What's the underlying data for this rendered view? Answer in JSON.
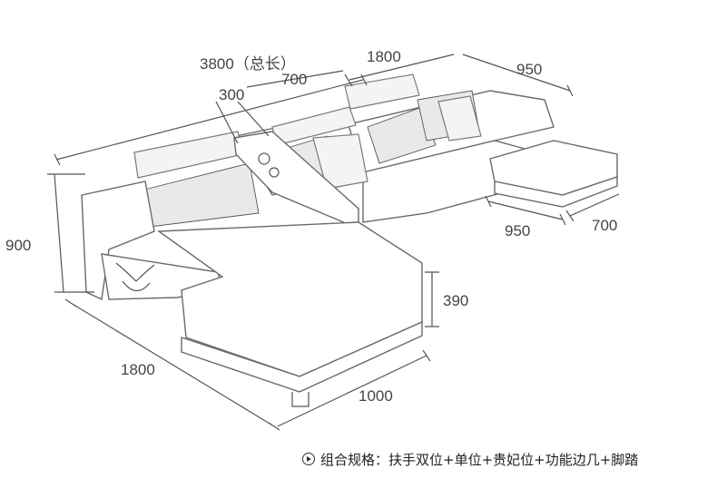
{
  "dimensions": {
    "total_length": "3800（总长）",
    "top_right_length": "1800",
    "top_right_depth": "950",
    "armrest_width": "300",
    "seat_width": "700",
    "height": "900",
    "seat_height": "390",
    "chaise_length": "1800",
    "chaise_width": "1000",
    "footstool_length": "950",
    "footstool_width": "700"
  },
  "caption": {
    "text": "组合规格：扶手双位+单位+贵妃位+功能边几+脚踏",
    "icon": "play-circle-icon"
  }
}
